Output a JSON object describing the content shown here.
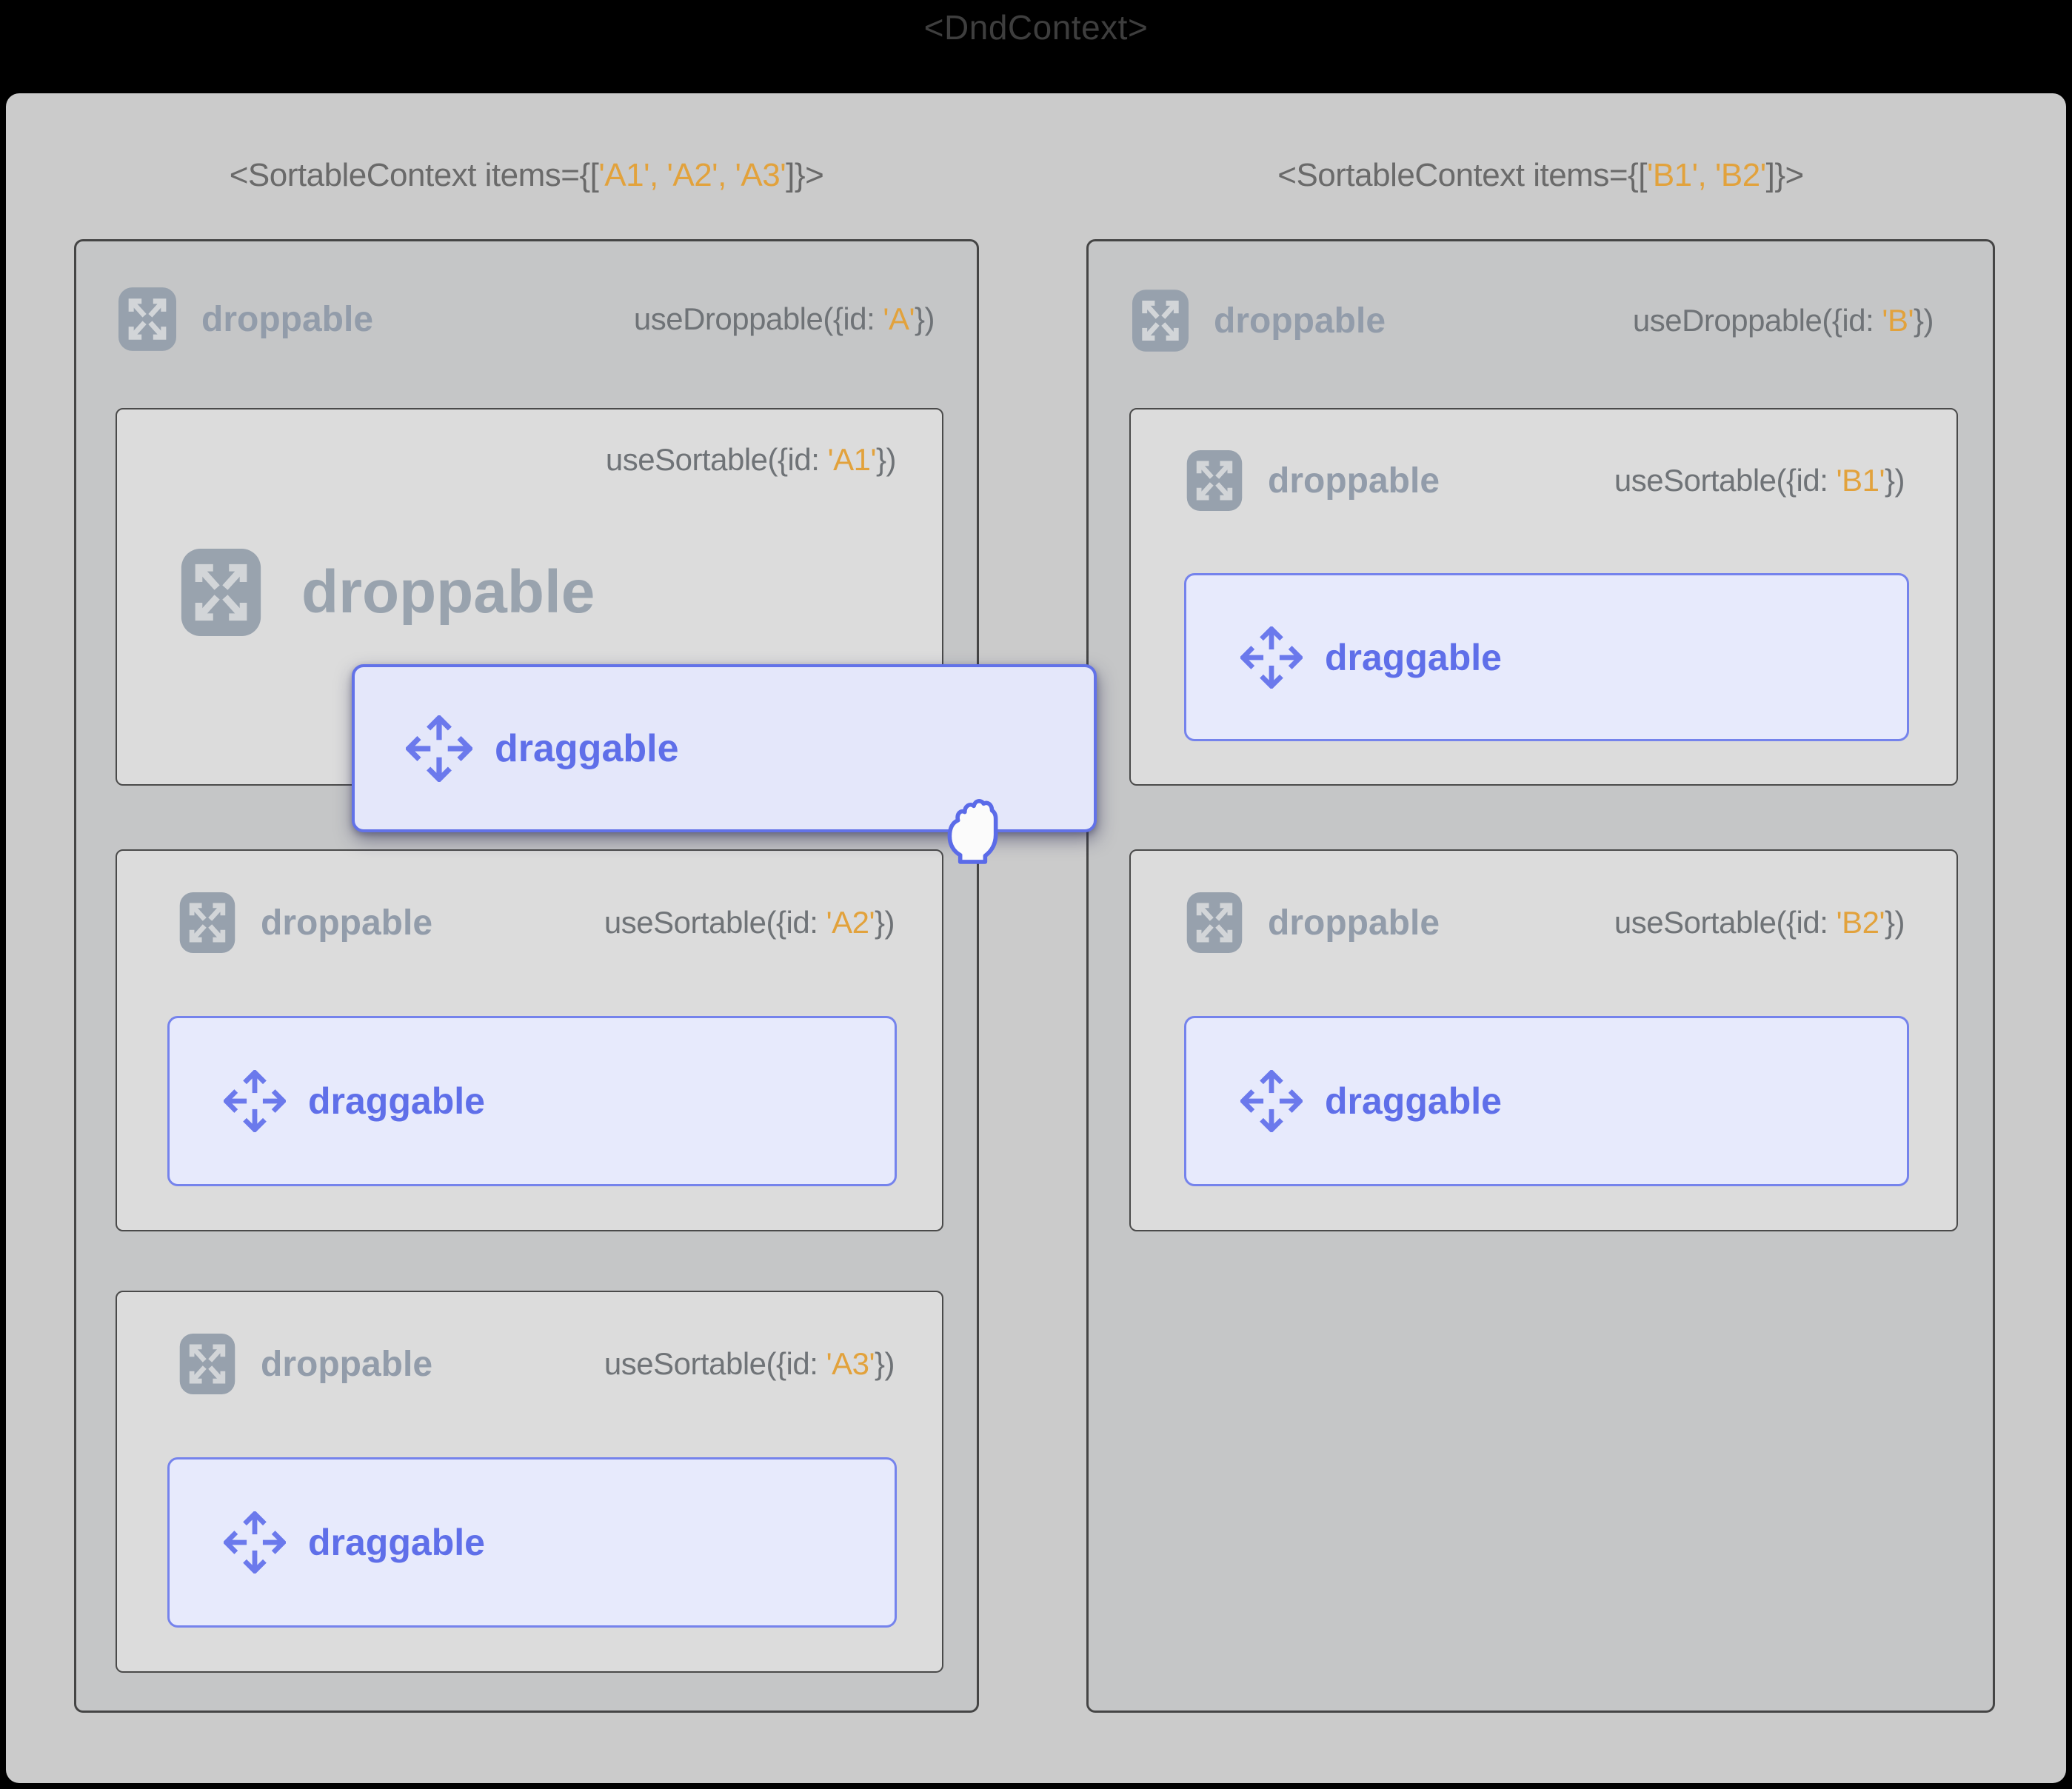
{
  "title": "<DndContext>",
  "colors": {
    "background": "#000000",
    "canvas": "#cbcbcb",
    "container_box": "#c5c6c7",
    "sortable_box": "#dcdcdc",
    "border_dark": "#4a4a4a",
    "droppable_accent": "#97a1ad",
    "code_text": "#6f7377",
    "string_orange": "#e2a23c",
    "draggable_accent": "#6272e8",
    "draggable_bg": "#e7eafc",
    "overlay_bg": "#e4e7fa"
  },
  "context_a": {
    "header": {
      "prefix": "<SortableContext items={[",
      "items": "'A1', 'A2', 'A3'",
      "suffix": "]}>"
    },
    "container": {
      "label": "droppable",
      "hook_prefix": "useDroppable({id: ",
      "hook_id": "'A'",
      "hook_suffix": "})"
    },
    "items": [
      {
        "hook_prefix": "useSortable({id: ",
        "hook_id": "'A1'",
        "hook_suffix": "})",
        "droppable_label": "droppable"
      },
      {
        "hook_prefix": "useSortable({id: ",
        "hook_id": "'A2'",
        "hook_suffix": "})",
        "droppable_label": "droppable",
        "draggable_label": "draggable"
      },
      {
        "hook_prefix": "useSortable({id: ",
        "hook_id": "'A3'",
        "hook_suffix": "})",
        "droppable_label": "droppable",
        "draggable_label": "draggable"
      }
    ]
  },
  "context_b": {
    "header": {
      "prefix": "<SortableContext items={[",
      "items": "'B1', 'B2'",
      "suffix": "]}>"
    },
    "container": {
      "label": "droppable",
      "hook_prefix": "useDroppable({id: ",
      "hook_id": "'B'",
      "hook_suffix": "})"
    },
    "items": [
      {
        "hook_prefix": "useSortable({id: ",
        "hook_id": "'B1'",
        "hook_suffix": "})",
        "droppable_label": "droppable",
        "draggable_label": "draggable"
      },
      {
        "hook_prefix": "useSortable({id: ",
        "hook_id": "'B2'",
        "hook_suffix": "})",
        "droppable_label": "droppable",
        "draggable_label": "draggable"
      }
    ]
  },
  "drag_overlay": {
    "label": "draggable"
  }
}
